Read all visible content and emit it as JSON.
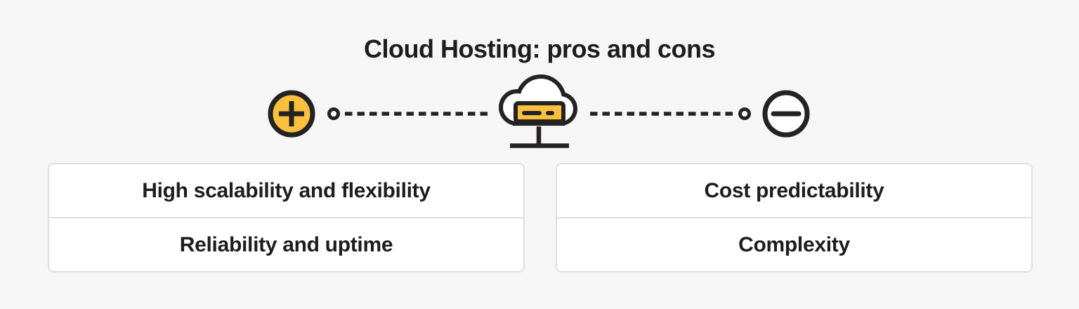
{
  "title": "Cloud Hosting: pros and cons",
  "colors": {
    "background": "#f6f6f7",
    "accent_yellow": "#fac13e",
    "outline_dark": "#252223",
    "card_border": "#dfdfdf",
    "text": "#1d1d1f"
  },
  "diagram": {
    "left_icon": "plus-circle-icon",
    "center_icon": "cloud-server-icon",
    "right_icon": "minus-circle-icon"
  },
  "pros": {
    "items": [
      {
        "label": "High scalability and flexibility"
      },
      {
        "label": "Reliability and uptime"
      }
    ]
  },
  "cons": {
    "items": [
      {
        "label": "Cost predictability"
      },
      {
        "label": "Complexity"
      }
    ]
  }
}
